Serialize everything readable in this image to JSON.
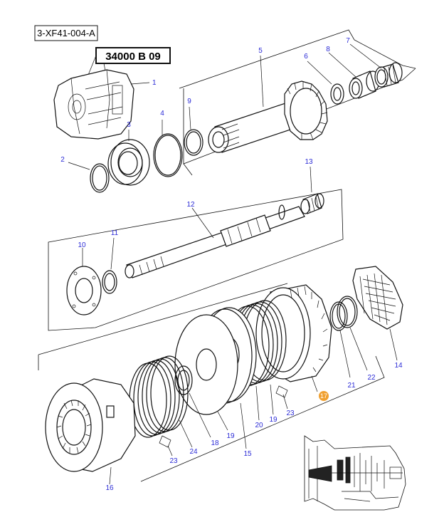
{
  "reference_code": "3-XF41-004-A",
  "group_code": "34000 B 09",
  "callouts": [
    "1",
    "2",
    "3",
    "4",
    "5",
    "6",
    "7",
    "8",
    "9",
    "10",
    "11",
    "12",
    "13",
    "14",
    "15",
    "16",
    "17",
    "18",
    "19",
    "19",
    "20",
    "21",
    "22",
    "23",
    "23",
    "24"
  ],
  "highlighted_callout": "17",
  "colors": {
    "callout_text": "#2b2bd6",
    "callout_dot": "#b8c2f5",
    "highlight_dot": "#f0a030",
    "line": "#111111"
  }
}
